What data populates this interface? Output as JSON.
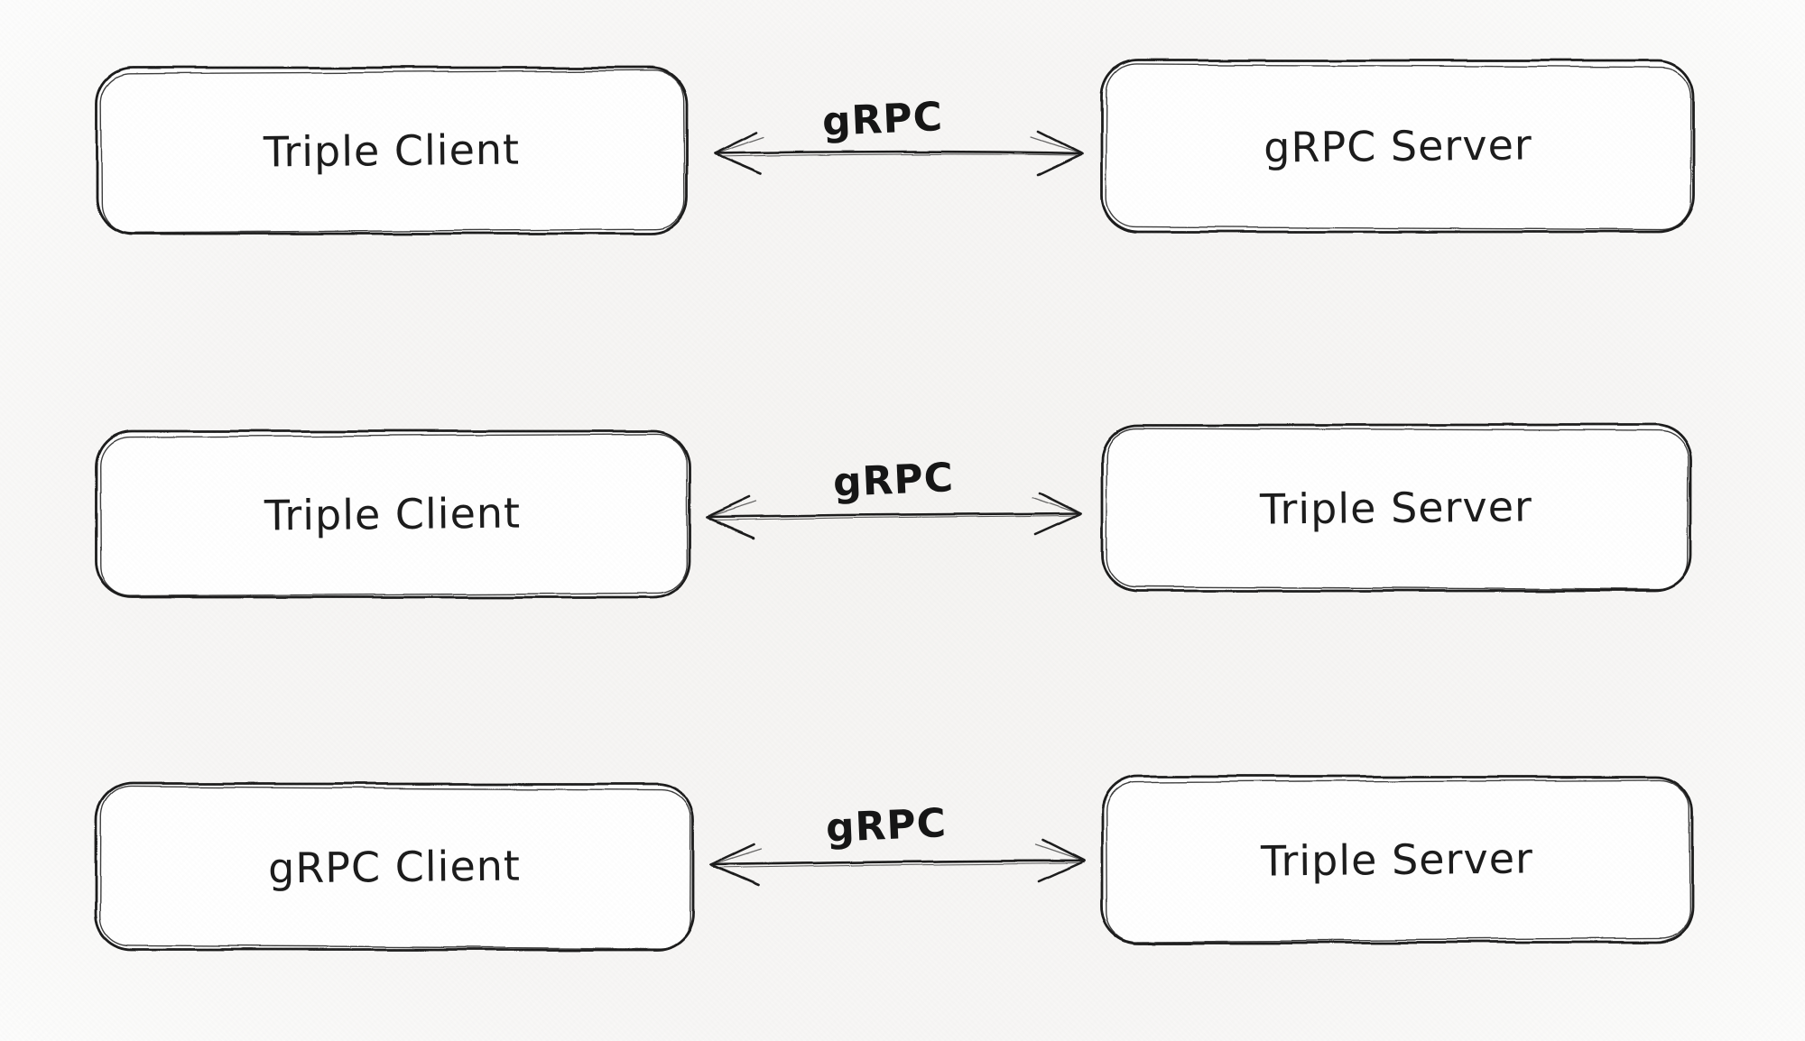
{
  "diagram": {
    "type": "sketch-architecture-diagram",
    "rows": [
      {
        "left_box": "Triple Client",
        "arrow_label": "gRPC",
        "right_box": "gRPC Server"
      },
      {
        "left_box": "Triple Client",
        "arrow_label": "gRPC",
        "right_box": "Triple Server"
      },
      {
        "left_box": "gRPC Client",
        "arrow_label": "gRPC",
        "right_box": "Triple Server"
      }
    ],
    "colors": {
      "background": "#f7f6f5",
      "box_fill": "#ffffff",
      "stroke": "#1b1b1b",
      "text": "#1c1c1c"
    }
  }
}
